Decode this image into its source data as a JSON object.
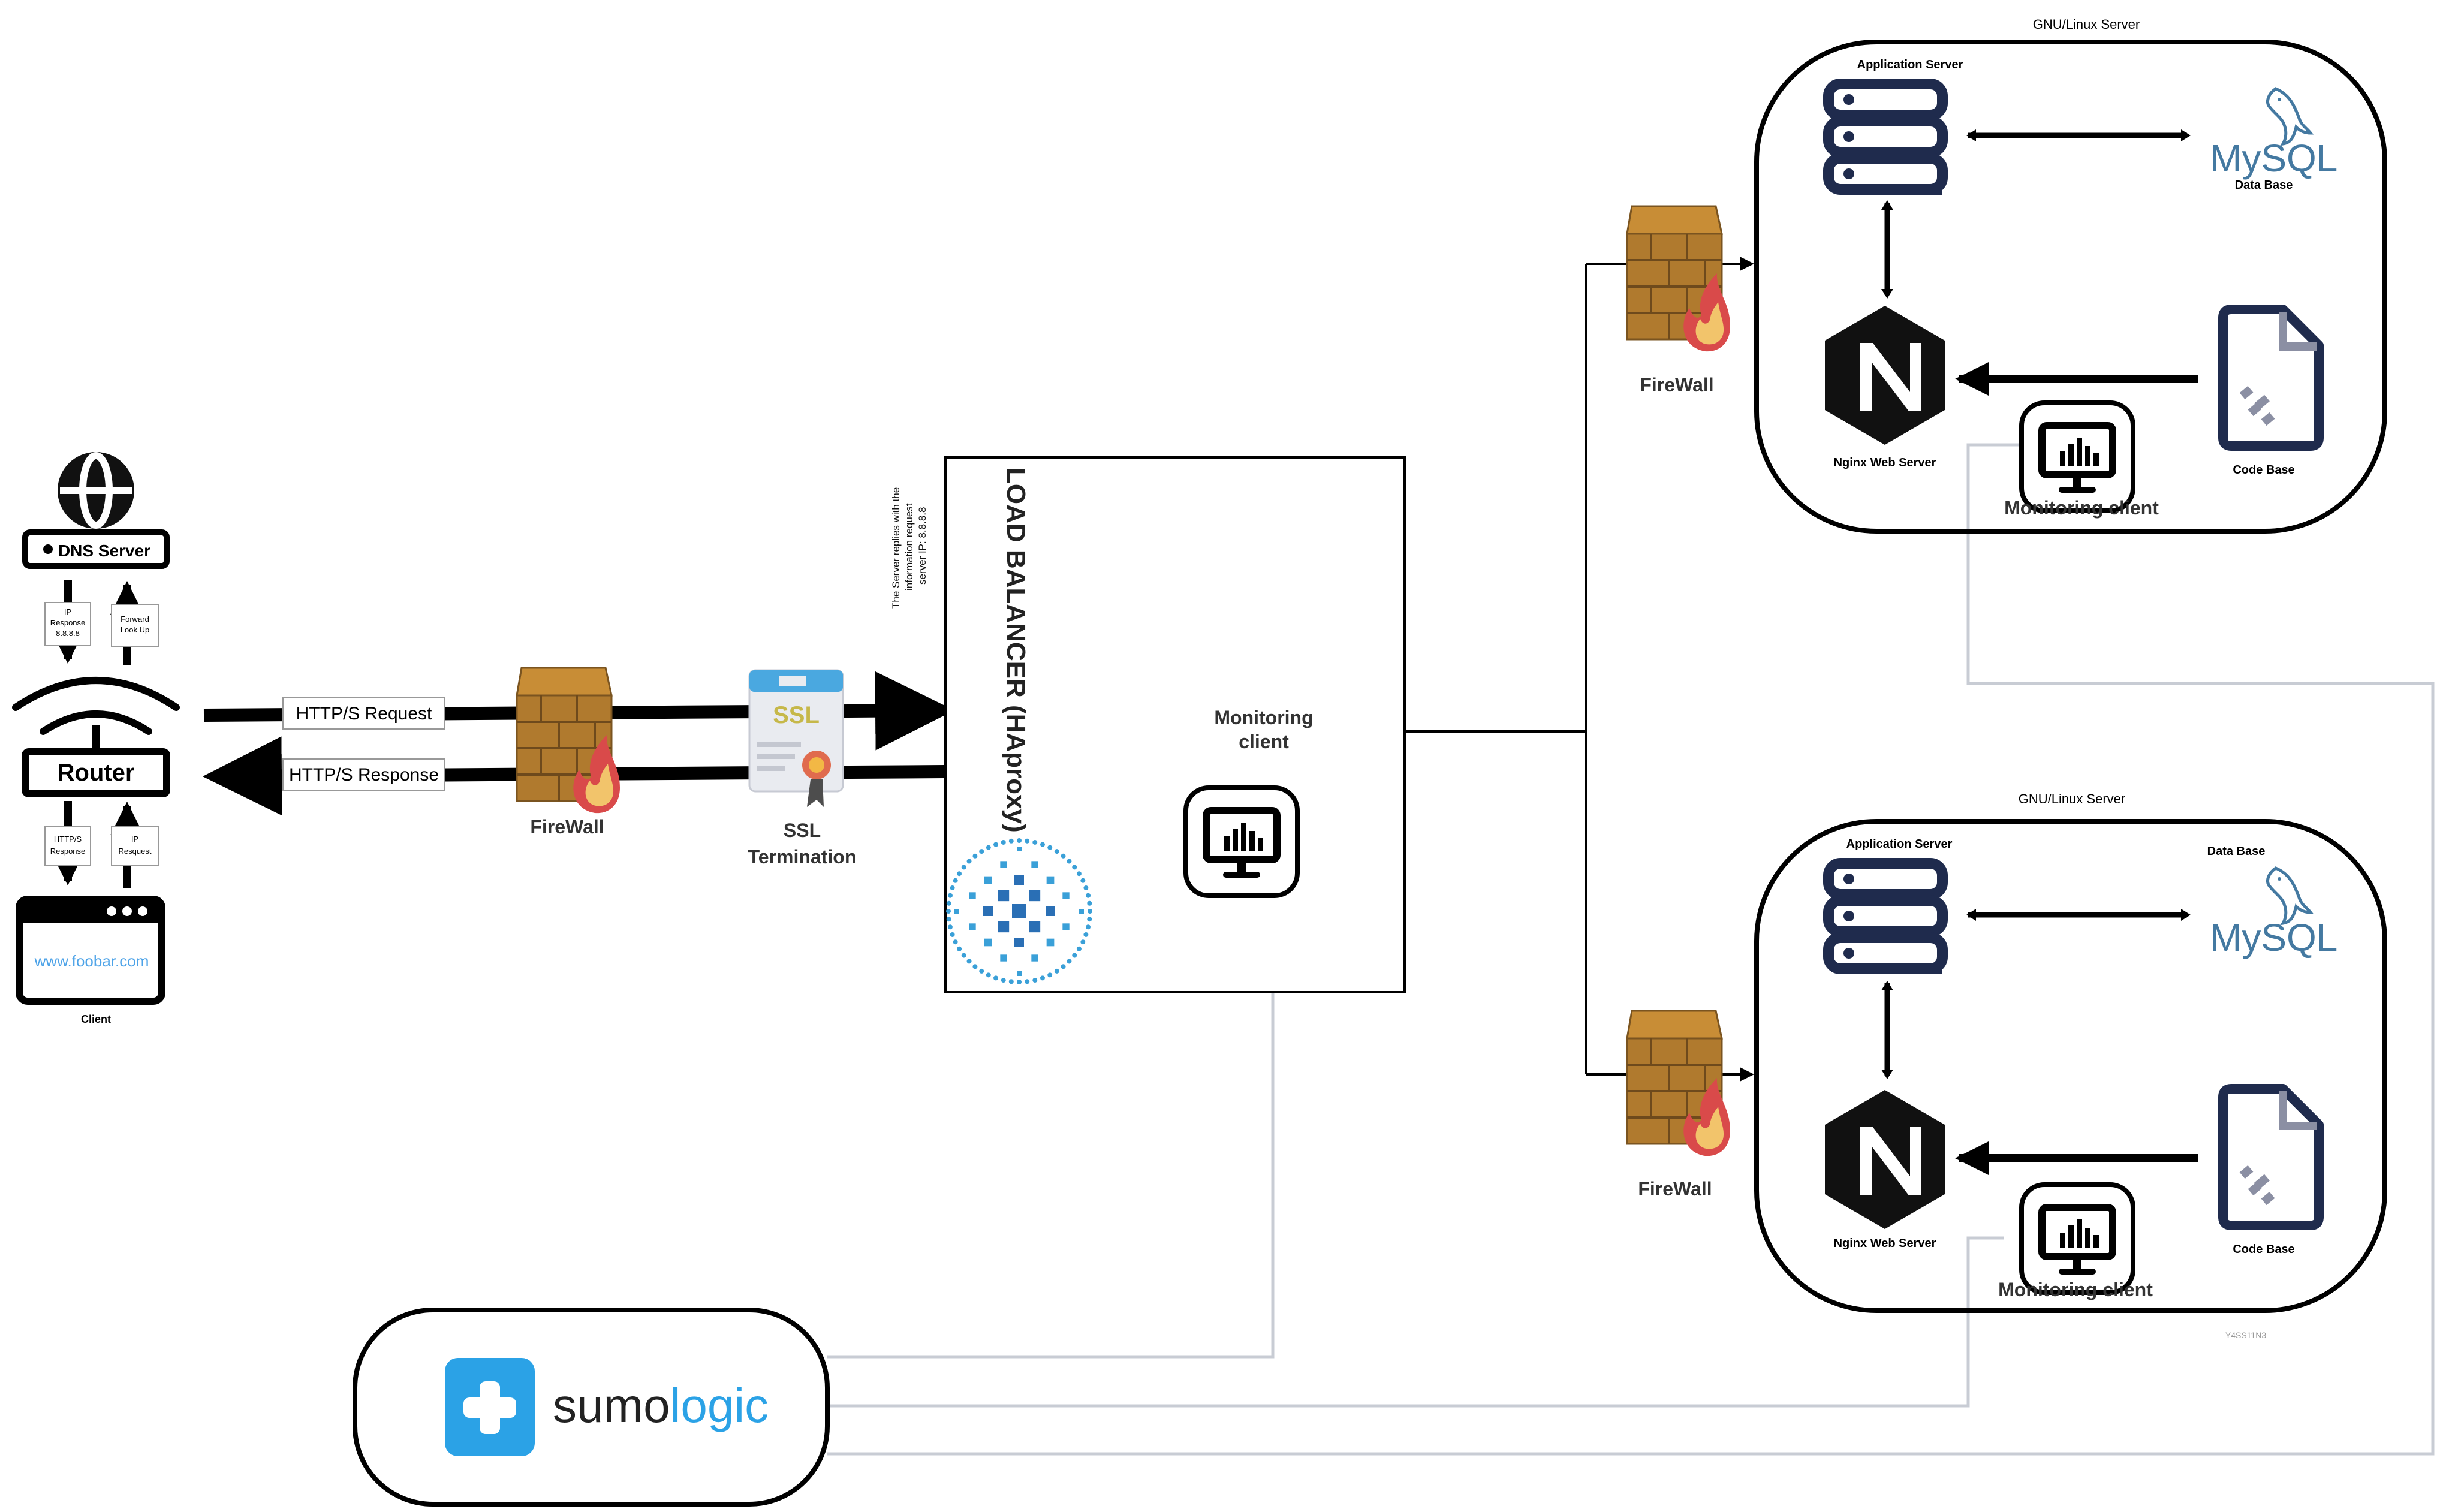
{
  "client_side": {
    "dns_server": "DNS Server",
    "ip_response": [
      "IP",
      "Response",
      "8.8.8.8"
    ],
    "forward_lookup": [
      "Forward",
      "Look Up"
    ],
    "router": "Router",
    "https_response_small": [
      "HTTP/S",
      "Response"
    ],
    "ip_request": [
      "IP",
      "Resquest"
    ],
    "browser_url": "www.foobar.com",
    "client": "Client"
  },
  "edge": {
    "http_request": "HTTP/S Request",
    "http_response": "HTTP/S Response",
    "firewall": "FireWall",
    "ssl_badge": "SSL",
    "ssl_title": [
      "SSL",
      "Termination"
    ]
  },
  "load_balancer": {
    "title": "LOAD BALANCER (HAproxy)",
    "note": [
      "The Server replies with the",
      "information request",
      "server IP: 8.8.8.8"
    ],
    "monitoring": [
      "Monitoring",
      "client"
    ]
  },
  "servers": [
    {
      "header": "GNU/Linux Server",
      "app_server": "Application Server",
      "mysql": "MySQL",
      "database": "Data Base",
      "nginx": "Nginx Web Server",
      "code_base": "Code Base",
      "monitoring": "Monitoring client",
      "firewall": "FireWall"
    },
    {
      "header": "GNU/Linux Server",
      "app_server": "Application Server",
      "mysql": "MySQL",
      "database": "Data Base",
      "nginx": "Nginx Web Server",
      "code_base": "Code Base",
      "monitoring": "Monitoring client",
      "firewall": "FireWall",
      "watermark": "Y4SS11N3"
    }
  ],
  "sumologic": {
    "name_a": "sumo",
    "name_b": "logic"
  },
  "colors": {
    "navy": "#1f2b4d",
    "firewall_brown": "#b07a2e",
    "flame_red": "#d94a4a",
    "sumo_blue": "#2ba2e6",
    "mysql_blue": "#4479a1",
    "mysql_orange": "#f29111",
    "haproxy_blue": "#2a6fb5",
    "link_gray": "#c8ccd4"
  }
}
